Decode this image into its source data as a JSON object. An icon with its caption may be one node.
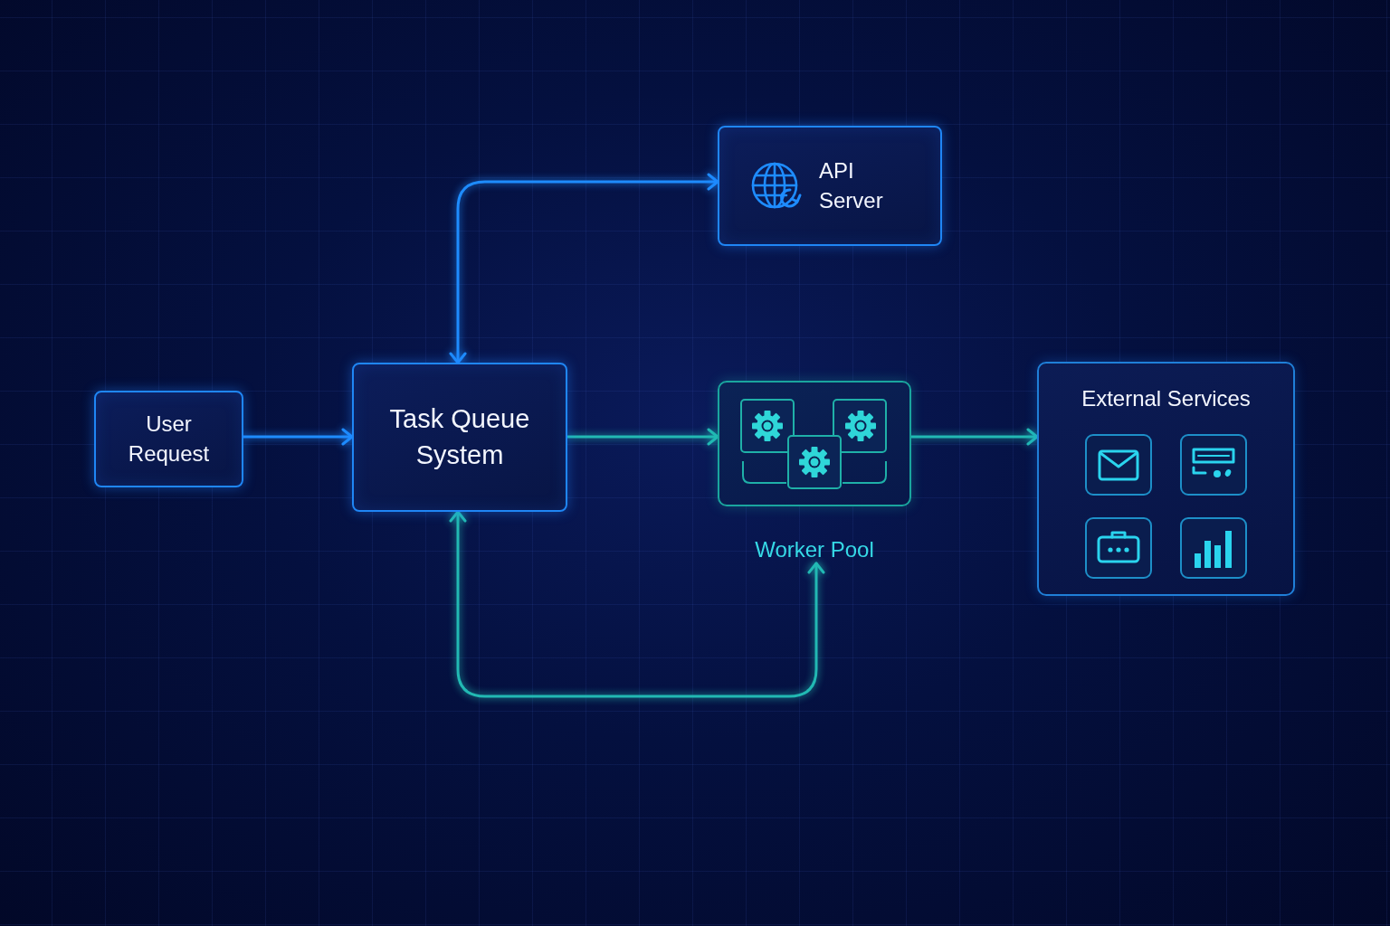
{
  "diagram": {
    "nodes": [
      {
        "text": [
          "User Request"
        ]
      },
      {
        "text": [
          "Task Queue System"
        ]
      },
      {
        "text": [
          "API Server"
        ]
      },
      {
        "text": [
          "Worker Pool"
        ]
      },
      {
        "text": [
          "External Services"
        ]
      }
    ],
    "edges": [
      {
        "from": 0,
        "to": 1,
        "arrow": "to",
        "color": "#1e8cff"
      },
      {
        "from": 1,
        "to": 2,
        "arrow": "both",
        "color": "#1e8cff"
      },
      {
        "from": 1,
        "to": 3,
        "arrow": "to"
      },
      {
        "from": 3,
        "to": 4,
        "arrow": "to"
      },
      {
        "from": 1,
        "to": 3,
        "arrow": "both"
      }
    ]
  }
}
